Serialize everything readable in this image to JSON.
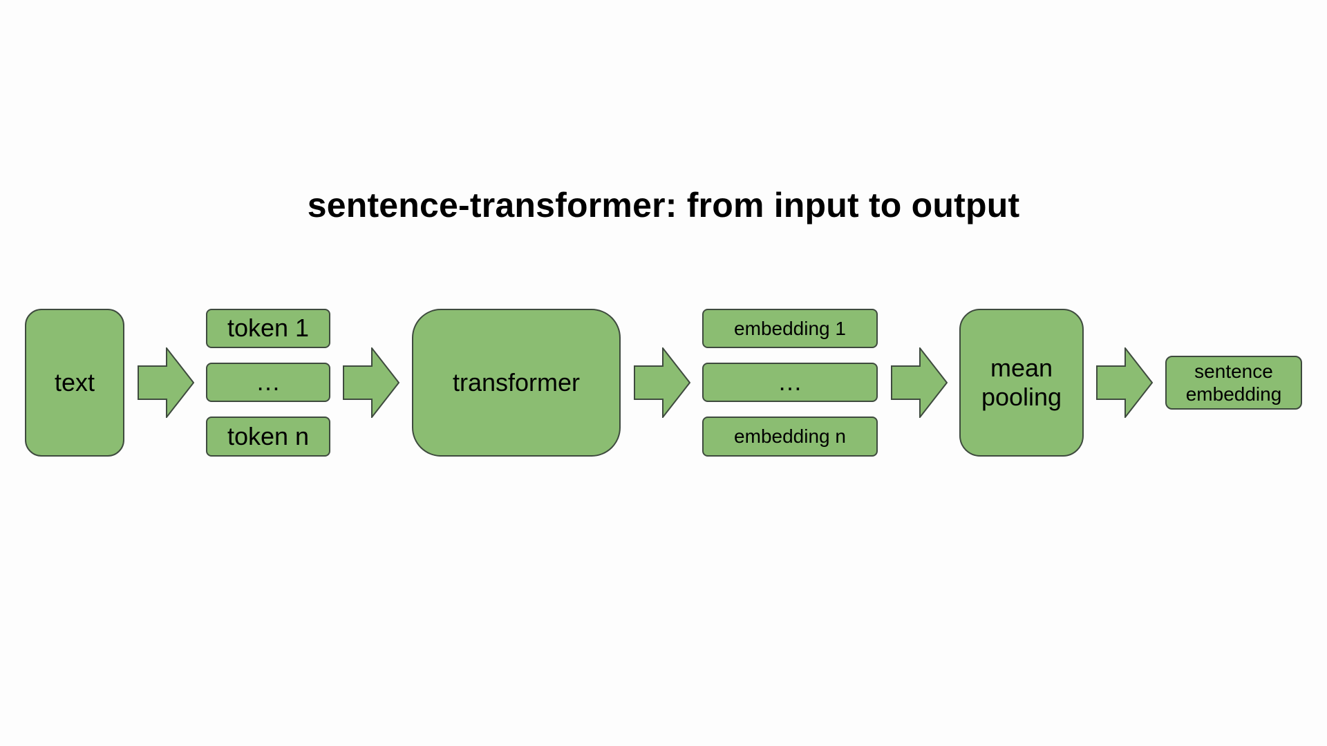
{
  "title": "sentence-transformer: from input to output",
  "colors": {
    "box_fill": "#8bbd72",
    "box_stroke": "#3e4a3e",
    "arrow_fill": "#8bbd72",
    "text": "#000000",
    "background": "#fdfdfd"
  },
  "nodes": {
    "text": "text",
    "token_1": "token 1",
    "token_ellipsis": "…",
    "token_n": "token n",
    "transformer": "transformer",
    "embedding_1": "embedding 1",
    "embedding_ellipsis": "…",
    "embedding_n": "embedding n",
    "mean_pooling_line1": "mean",
    "mean_pooling_line2": "pooling",
    "sentence_embedding_line1": "sentence",
    "sentence_embedding_line2": "embedding"
  }
}
